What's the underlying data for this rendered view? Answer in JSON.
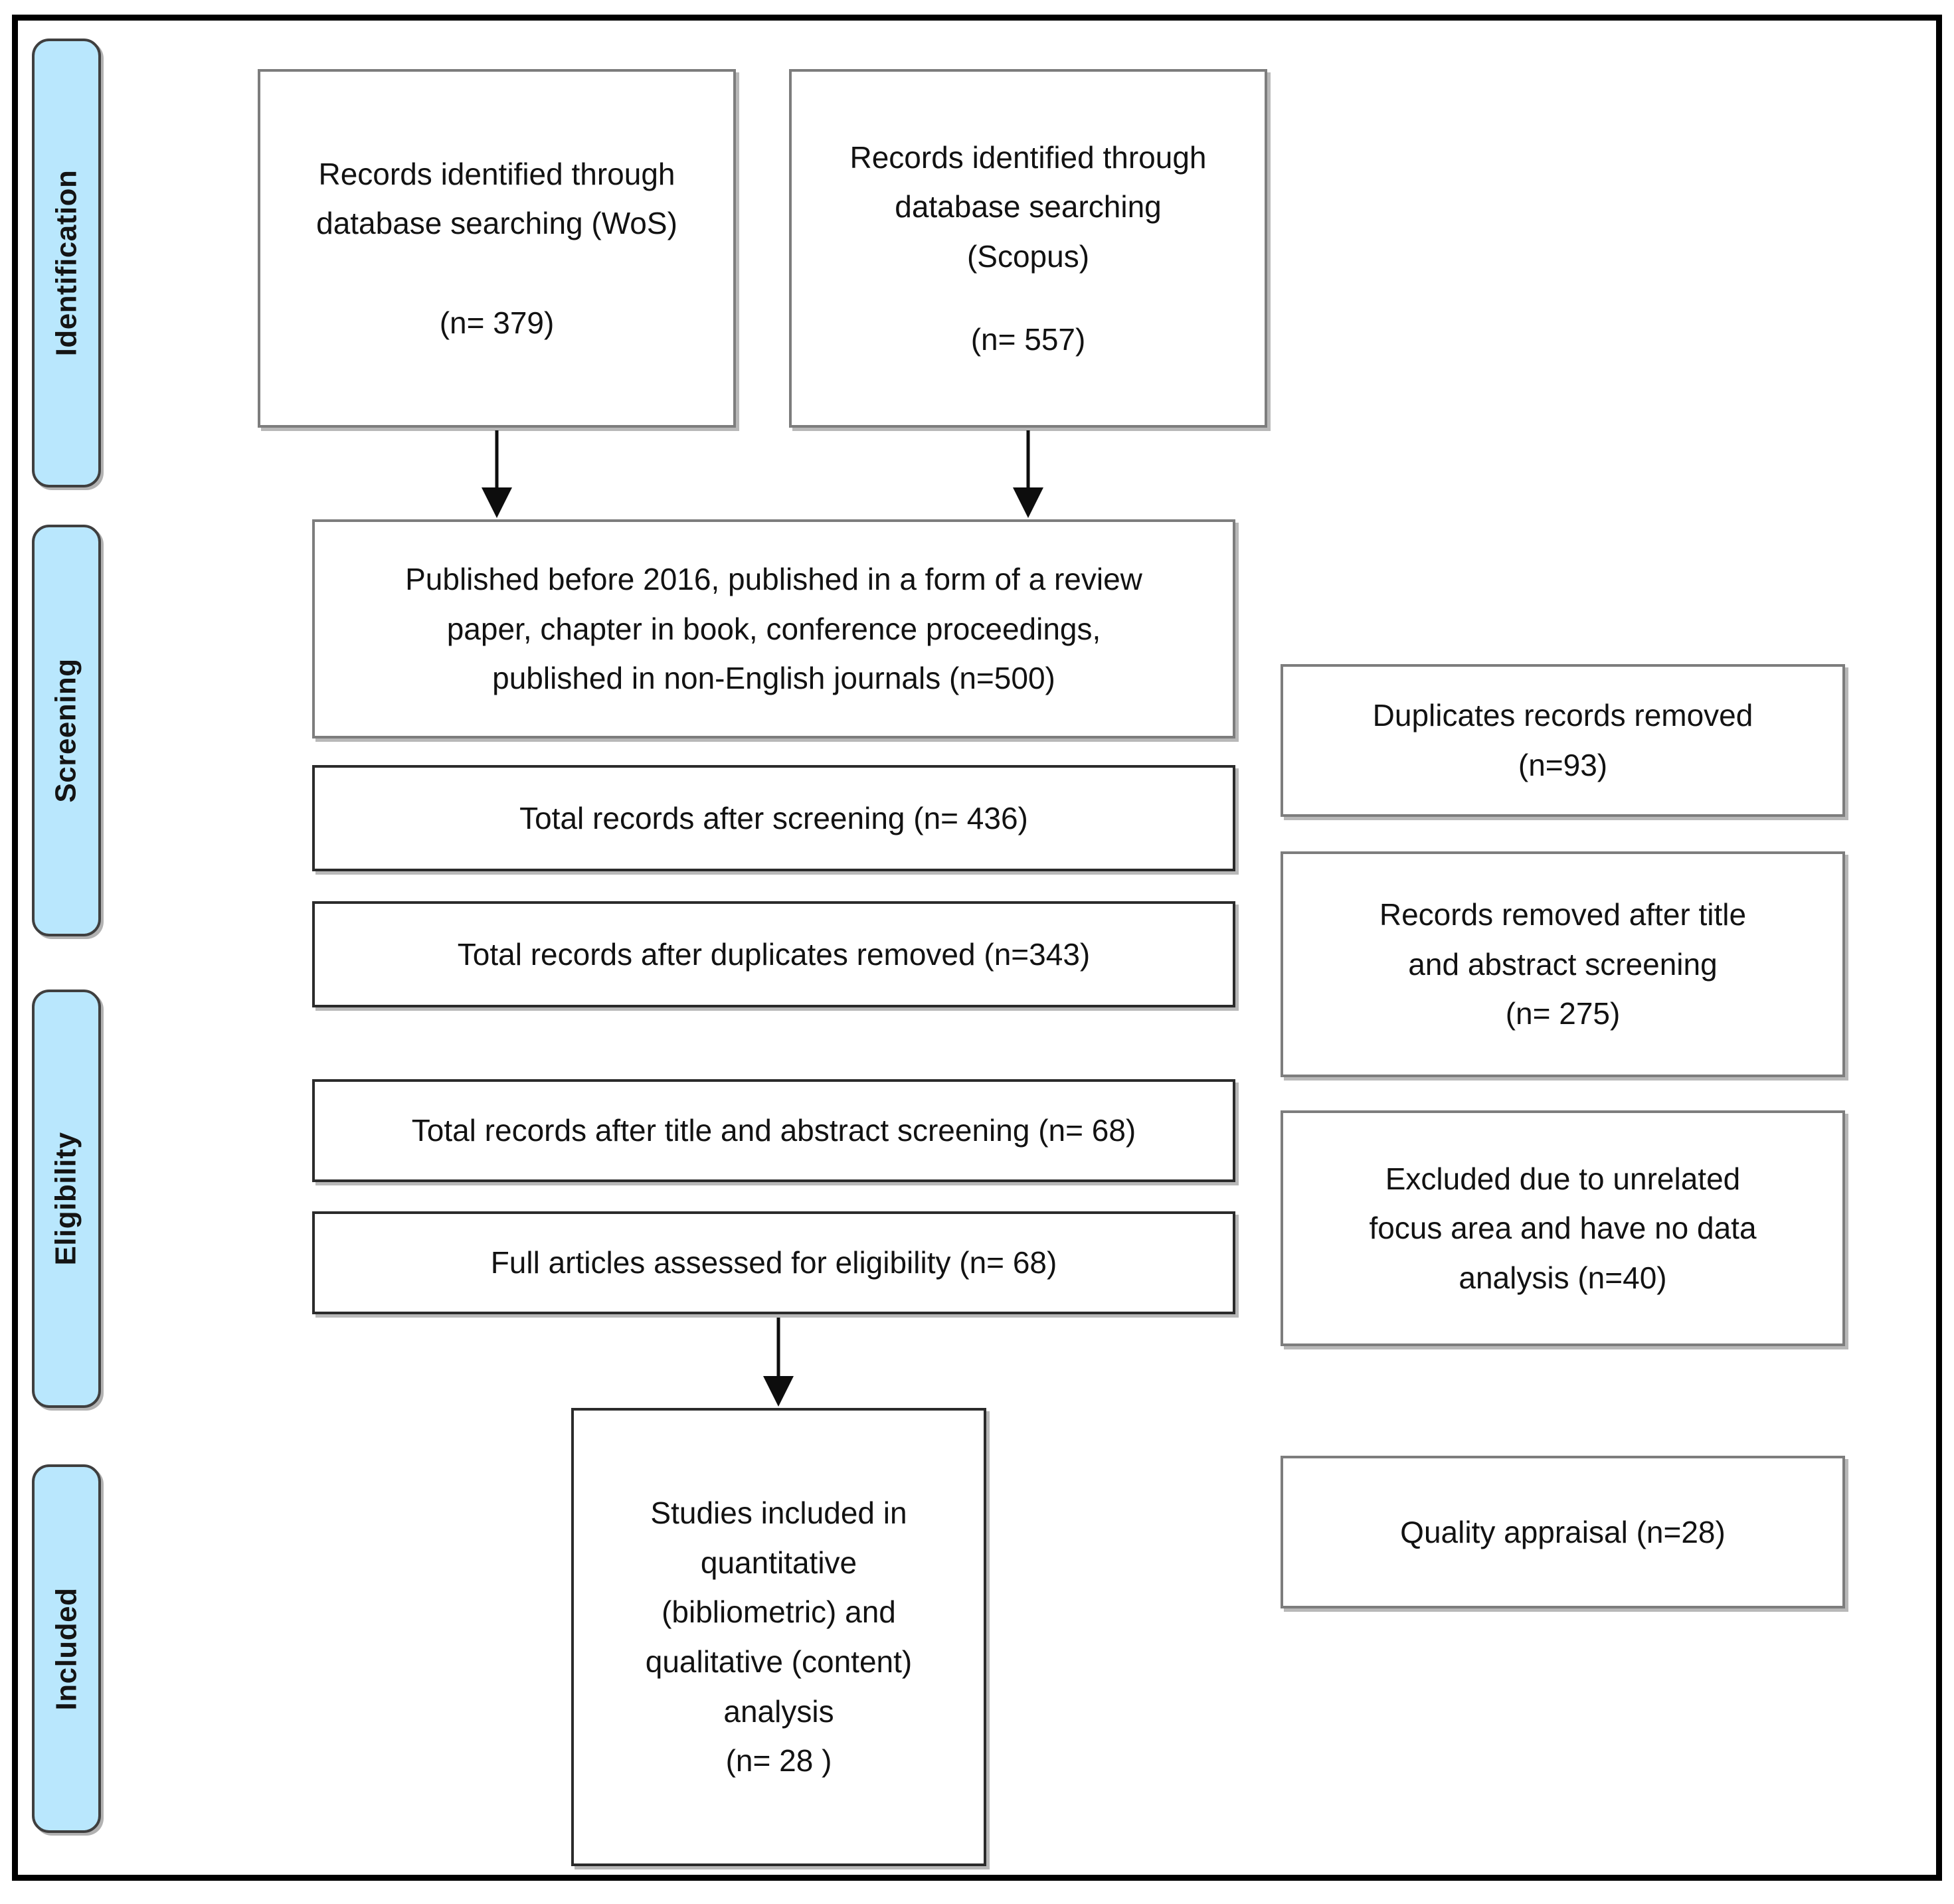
{
  "diagram": {
    "type": "prisma-flow-diagram",
    "accent_color": "#b9e7fd",
    "box_border_color": "#7d7d7d",
    "frame_color": "#000000"
  },
  "stages": [
    {
      "id": "identification",
      "label": "Identification"
    },
    {
      "id": "screening",
      "label": "Screening"
    },
    {
      "id": "eligibility",
      "label": "Eligibility"
    },
    {
      "id": "included",
      "label": "Included"
    }
  ],
  "identification": {
    "wos": {
      "line1": "Records identified through",
      "line2": "database searching (WoS)",
      "count": "(n= 379)"
    },
    "scopus": {
      "line1": "Records identified through",
      "line2": "database searching",
      "line3": "(Scopus)",
      "count": "(n= 557)"
    }
  },
  "screening": {
    "exclusion_criteria": {
      "line1": "Published before 2016, published in a form of a review",
      "line2": "paper, chapter in book, conference proceedings,",
      "line3": "published  in non-English journals (n=500)"
    },
    "after_screening": "Total records after screening (n= 436)",
    "after_duplicates": "Total records after duplicates removed (n=343)"
  },
  "eligibility": {
    "after_title_abstract": "Total records after title and abstract screening (n= 68)",
    "full_articles": "Full articles assessed for eligibility (n= 68)"
  },
  "included": {
    "line1": "Studies included in",
    "line2": "quantitative",
    "line3": "(bibliometric) and",
    "line4": "qualitative (content)",
    "line5": "analysis",
    "count": "(n= 28 )"
  },
  "exclusions": {
    "duplicates_removed": {
      "line1": "Duplicates records removed",
      "count": "(n=93)"
    },
    "removed_title_abstract": {
      "line1": "Records removed after title",
      "line2": "and abstract screening",
      "count": "(n= 275)"
    },
    "excluded_unrelated": {
      "line1": "Excluded due to unrelated",
      "line2": "focus area and have no data",
      "line3": "analysis (n=40)"
    },
    "quality_appraisal": {
      "line1": "Quality appraisal (n=28)"
    }
  },
  "chart_data": {
    "type": "diagram",
    "title": "PRISMA study selection flow",
    "nodes": [
      {
        "id": "wos",
        "stage": "Identification",
        "label": "Records identified through database searching (WoS)",
        "n": 379
      },
      {
        "id": "scopus",
        "stage": "Identification",
        "label": "Records identified through database searching (Scopus)",
        "n": 557
      },
      {
        "id": "exclusion_criteria",
        "stage": "Screening",
        "label": "Published before 2016, published in a form of a review paper, chapter in book, conference proceedings, published in non-English journals",
        "n": 500
      },
      {
        "id": "after_screening",
        "stage": "Screening",
        "label": "Total records after screening",
        "n": 436
      },
      {
        "id": "after_duplicates",
        "stage": "Screening",
        "label": "Total records after duplicates removed",
        "n": 343
      },
      {
        "id": "duplicates_removed",
        "stage": "Screening",
        "label": "Duplicates records removed",
        "n": 93
      },
      {
        "id": "after_title_abstract",
        "stage": "Eligibility",
        "label": "Total records after title and abstract screening",
        "n": 68
      },
      {
        "id": "full_articles",
        "stage": "Eligibility",
        "label": "Full articles assessed for eligibility",
        "n": 68
      },
      {
        "id": "removed_title_abstract",
        "stage": "Eligibility",
        "label": "Records removed after title and abstract screening",
        "n": 275
      },
      {
        "id": "excluded_unrelated",
        "stage": "Eligibility",
        "label": "Excluded due to unrelated focus area and have no data analysis",
        "n": 40
      },
      {
        "id": "quality_appraisal",
        "stage": "Included",
        "label": "Quality appraisal",
        "n": 28
      },
      {
        "id": "included",
        "stage": "Included",
        "label": "Studies included in quantitative (bibliometric) and qualitative (content) analysis",
        "n": 28
      }
    ],
    "edges": [
      {
        "from": "wos",
        "to": "exclusion_criteria"
      },
      {
        "from": "scopus",
        "to": "exclusion_criteria"
      },
      {
        "from": "full_articles",
        "to": "included"
      }
    ]
  }
}
